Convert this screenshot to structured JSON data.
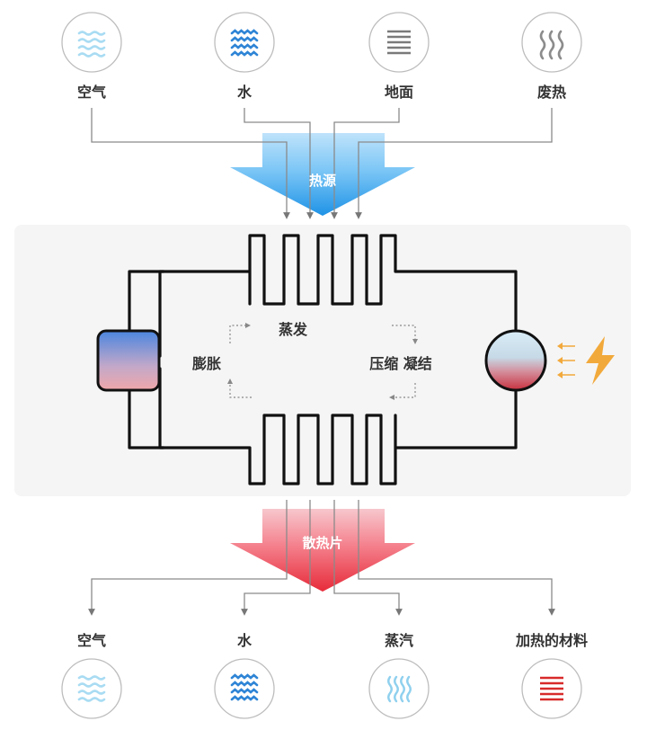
{
  "heat_sources": [
    {
      "label": "空气",
      "icon": "air-wave-icon"
    },
    {
      "label": "水",
      "icon": "water-wave-icon"
    },
    {
      "label": "地面",
      "icon": "ground-lines-icon"
    },
    {
      "label": "废热",
      "icon": "waste-heat-icon"
    }
  ],
  "heat_sinks": [
    {
      "label": "空气",
      "icon": "air-wave-icon"
    },
    {
      "label": "水",
      "icon": "water-wave-icon"
    },
    {
      "label": "蒸汽",
      "icon": "steam-icon"
    },
    {
      "label": "加热的材料",
      "icon": "heated-material-icon"
    }
  ],
  "source_arrow": {
    "label": "热源",
    "color": "#3aa8ee"
  },
  "sink_arrow": {
    "label": "散热片",
    "color": "#ee3a48"
  },
  "cycle": {
    "evaporation": "蒸发",
    "expansion": "膨胀",
    "compression_condensation": "压缩 凝结"
  },
  "colors": {
    "air": "#a9dcf3",
    "water": "#2f85d6",
    "ground": "#7a7a7a",
    "waste_heat": "#8c8c8c",
    "steam": "#8fd0ee",
    "heated_material": "#d82a2a",
    "power": "#f2a93b",
    "panel": "#f5f5f5"
  }
}
